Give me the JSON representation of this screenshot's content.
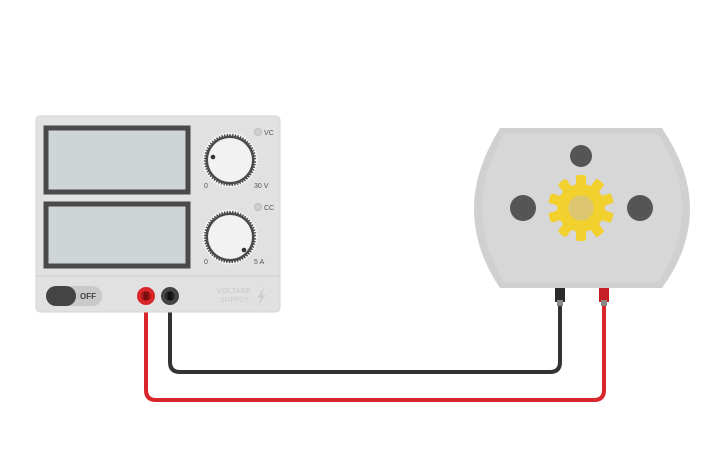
{
  "power_supply": {
    "voltage_knob": {
      "min_label": "0",
      "max_label": "30 V",
      "mode_label": "VC"
    },
    "current_knob": {
      "min_label": "0",
      "max_label": "5 A",
      "mode_label": "CC"
    },
    "power_switch": {
      "state_label": "OFF"
    },
    "brand_line1": "VOLTAGE",
    "brand_line2": "SUPPLY",
    "icon": "lightning-icon"
  },
  "motor": {
    "gear_icon": "gear-icon"
  },
  "wires": {
    "positive_color": "#d8262b",
    "negative_color": "#333333"
  },
  "colors": {
    "supply_body": "#e1e1e1",
    "display_fill": "#cfd4d6",
    "display_frame": "#4a4a4a",
    "motor_body": "#d0d0d0",
    "gear_fill": "#f2d12e"
  }
}
